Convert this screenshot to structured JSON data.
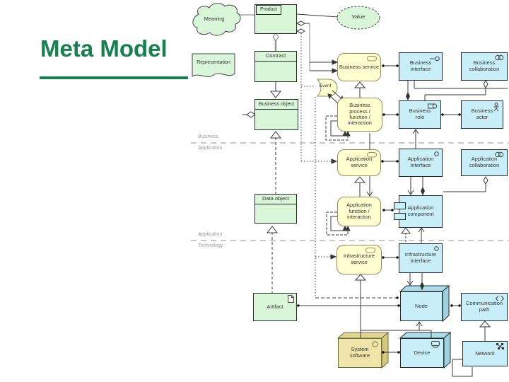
{
  "slide": {
    "title": "Meta Model"
  },
  "layer_labels": {
    "business": "Business",
    "application": "Application",
    "application2": "Application",
    "technology": "Technology"
  },
  "nodes": {
    "meaning": "Meaning",
    "product": "Product",
    "value": "Value",
    "representation": "Representation",
    "contract": "Contract",
    "business_service": "Business service",
    "business_interface": "Business interface",
    "business_collaboration": "Business collaboration",
    "event": "Event",
    "business_object": "Business object",
    "business_process": "Business process / function / interaction",
    "business_role": "Business role",
    "business_actor": "Business actor",
    "application_service": "Application service",
    "application_interface": "Application interface",
    "application_collaboration": "Application collaboration",
    "data_object": "Data object",
    "application_function": "Application function / interaction",
    "application_component": "Application component",
    "infrastructure_service": "Infrastructure service",
    "infrastructure_interface": "Infrastructure interface",
    "artifact": "Artifact",
    "node": "Node",
    "communication_path": "Communication path",
    "system_software": "System software",
    "device": "Device",
    "network": "Network"
  },
  "colors": {
    "title_green": "#168050",
    "information_fill": "#d9f6d9",
    "behavior_fill": "#ffffd0",
    "structure_fill": "#c8eff8",
    "system_software_fill": "#efe5a8"
  }
}
